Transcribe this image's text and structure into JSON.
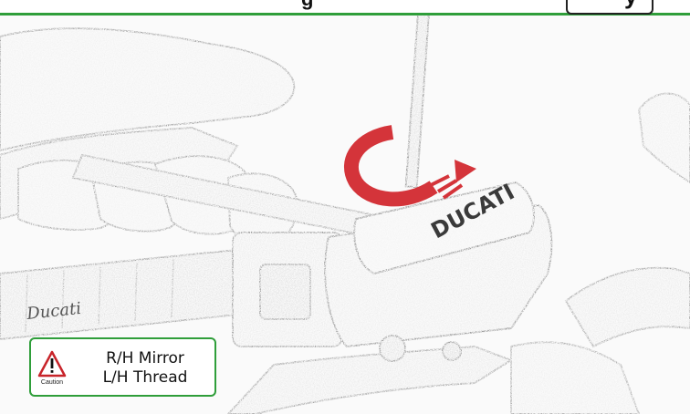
{
  "header": {
    "title_partial": "g",
    "step_partial": "y",
    "accent_color": "#2f9e3a"
  },
  "photo": {
    "logo_text": "DUCATI",
    "grip_text": "Ducati",
    "arrow_color": "#d4343a"
  },
  "caution": {
    "icon_label": "Caution",
    "line1": "R/H Mirror",
    "line2": "L/H Thread",
    "icon": "warning-triangle-icon",
    "icon_color": "#c8242a"
  }
}
